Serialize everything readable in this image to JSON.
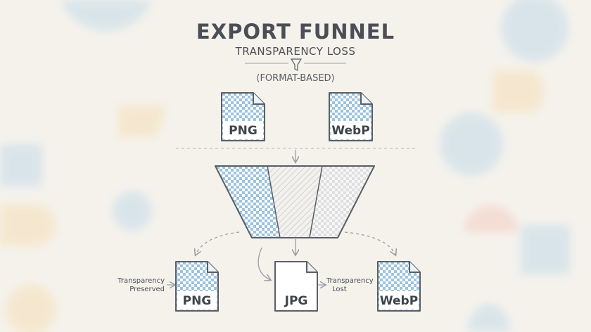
{
  "header": {
    "title": "EXPORT FUNNEL",
    "subtitle": "TRANSPARENCY LOSS",
    "note": "(FORMAT-BASED)"
  },
  "inputs": [
    {
      "label": "PNG",
      "transparent": true
    },
    {
      "label": "WebP",
      "transparent": true
    }
  ],
  "outputs": [
    {
      "label": "PNG",
      "transparent": true
    },
    {
      "label": "JPG",
      "transparent": false
    },
    {
      "label": "WebP",
      "transparent": true
    }
  ],
  "annotations": {
    "preserved": [
      "Transparency",
      "Preserved"
    ],
    "lost": [
      "Transparency",
      "Lost"
    ]
  },
  "colors": {
    "checker_blue": "#9cc3e0",
    "outline": "#5a5e66",
    "background": "#f5f2ec",
    "accent_blue": "#a8cde8",
    "accent_orange": "#f6d59a",
    "accent_red": "#f2b7a8"
  },
  "icons": {
    "funnel": "funnel-icon"
  }
}
